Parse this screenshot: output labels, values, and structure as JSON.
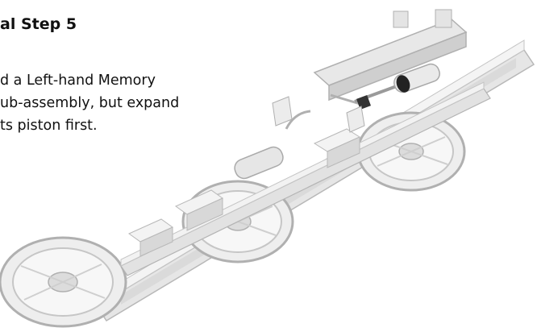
{
  "step": {
    "title": "al Step 5",
    "instruction_lines": [
      "d a Left-hand Memory",
      "ub-assembly, but expand",
      "ts piston first."
    ]
  },
  "illustration": {
    "subject": "lego-chassis-assembly",
    "colors": {
      "plastic_light": "#efefef",
      "plastic_mid": "#d6d6d6",
      "plastic_shadow": "#b4b4b4",
      "dark_part": "#222222"
    }
  }
}
